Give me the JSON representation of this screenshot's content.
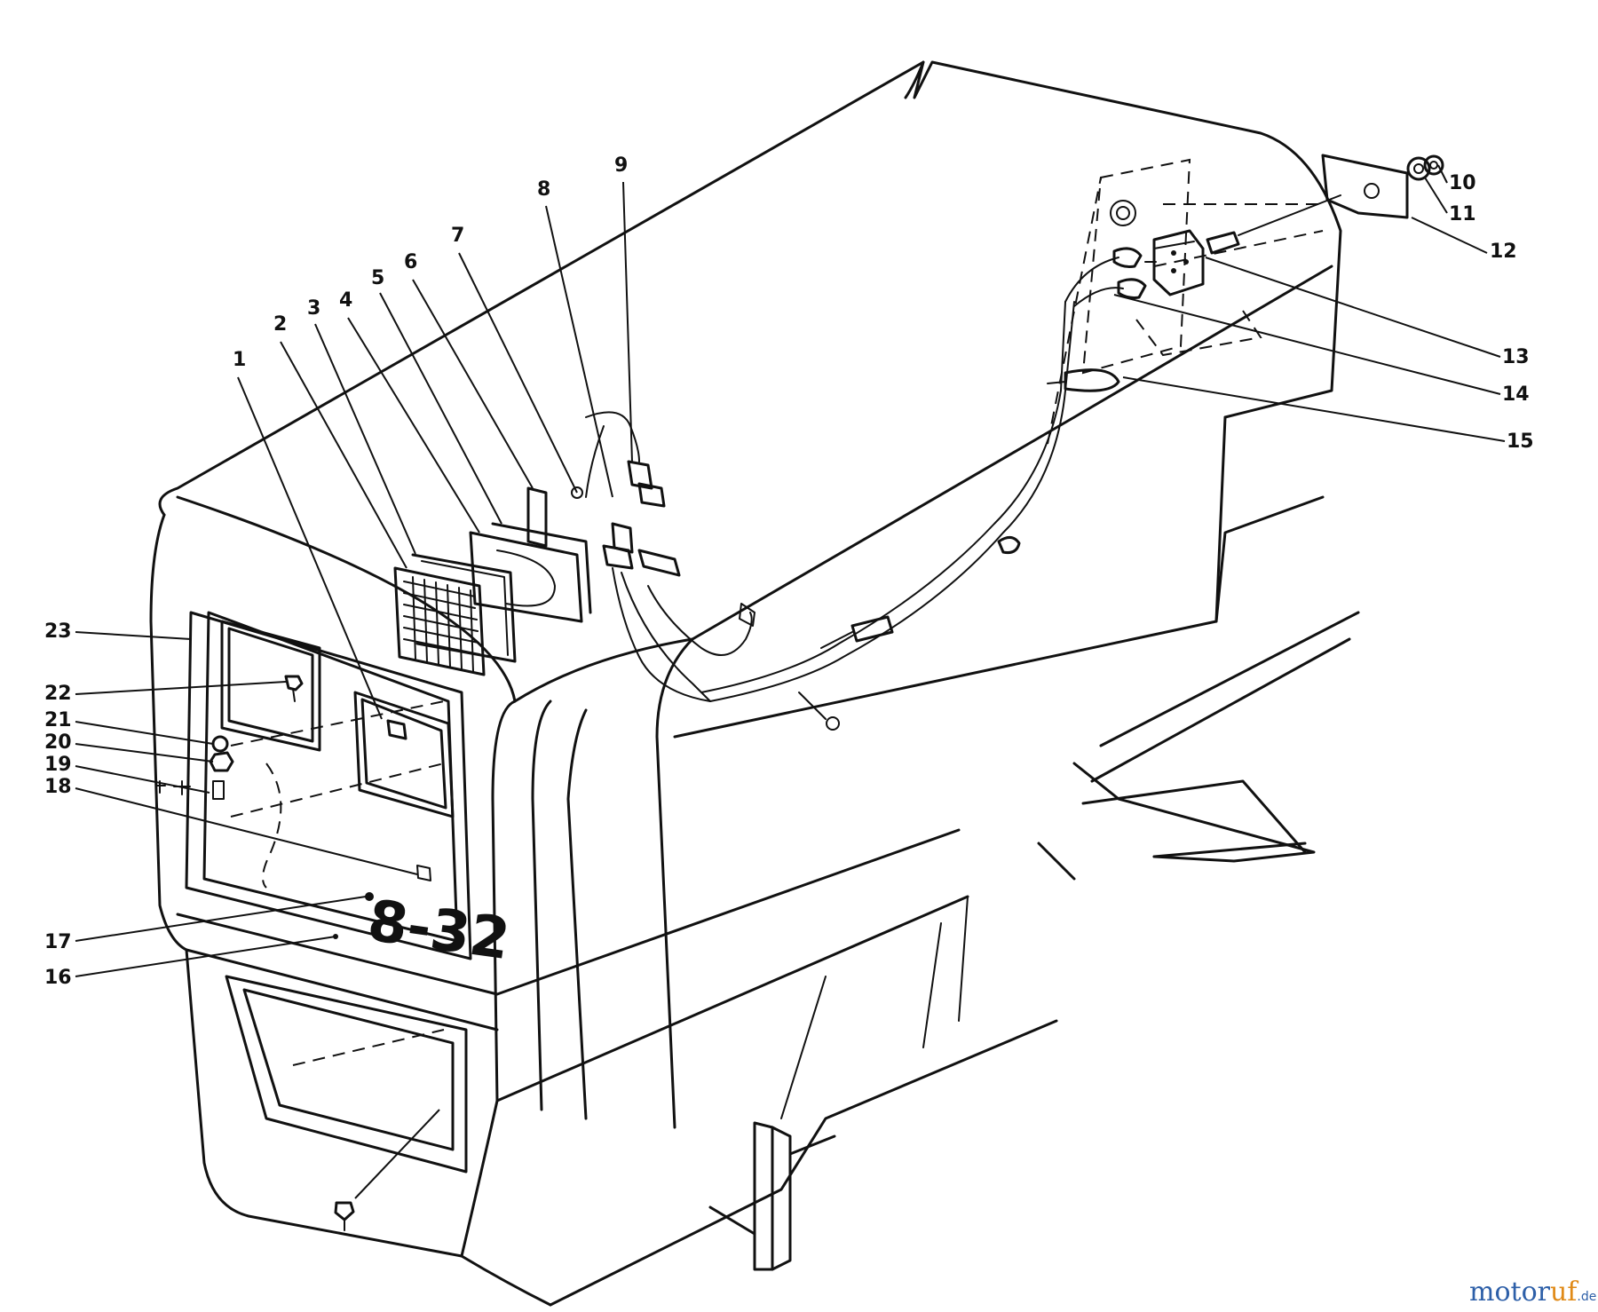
{
  "diagram": {
    "callouts": [
      {
        "id": "1",
        "label": "1"
      },
      {
        "id": "2",
        "label": "2"
      },
      {
        "id": "3",
        "label": "3"
      },
      {
        "id": "4",
        "label": "4"
      },
      {
        "id": "5",
        "label": "5"
      },
      {
        "id": "6",
        "label": "6"
      },
      {
        "id": "7",
        "label": "7"
      },
      {
        "id": "8",
        "label": "8"
      },
      {
        "id": "9",
        "label": "9"
      },
      {
        "id": "10",
        "label": "10"
      },
      {
        "id": "11",
        "label": "11"
      },
      {
        "id": "12",
        "label": "12"
      },
      {
        "id": "13",
        "label": "13"
      },
      {
        "id": "14",
        "label": "14"
      },
      {
        "id": "15",
        "label": "15"
      },
      {
        "id": "16",
        "label": "16"
      },
      {
        "id": "17",
        "label": "17"
      },
      {
        "id": "18",
        "label": "18"
      },
      {
        "id": "19",
        "label": "19"
      },
      {
        "id": "20",
        "label": "20"
      },
      {
        "id": "21",
        "label": "21"
      },
      {
        "id": "22",
        "label": "22"
      },
      {
        "id": "23",
        "label": "23"
      }
    ],
    "model_decal": "8-32"
  },
  "watermark": {
    "part1": "motor",
    "part2": "uf",
    "tld": ".de",
    "colors": {
      "primary": "#2d5fa8",
      "accent": "#e08a17"
    }
  }
}
